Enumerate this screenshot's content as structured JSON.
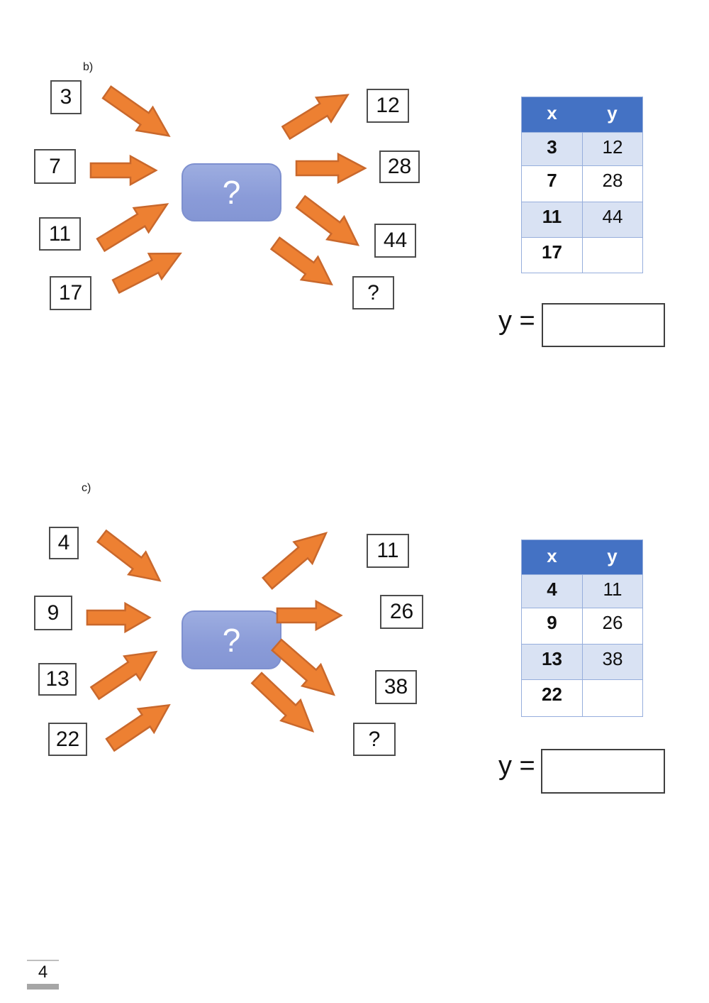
{
  "page": {
    "number": "4"
  },
  "colors": {
    "table_header_blue": "#4472c4",
    "table_band_blue": "#d9e2f3",
    "table_border_blue": "#96aedc",
    "arrow_orange_fill": "#ed8032",
    "arrow_orange_stroke": "#c9682c",
    "machine_blue": "#8a9bd8"
  },
  "sections": [
    {
      "label": "b)",
      "machine_symbol": "?",
      "inputs": [
        "3",
        "7",
        "11",
        "17"
      ],
      "outputs": [
        "12",
        "28",
        "44",
        "?"
      ],
      "table": {
        "headers": [
          "x",
          "y"
        ],
        "rows": [
          [
            "3",
            "12"
          ],
          [
            "7",
            "28"
          ],
          [
            "11",
            "44"
          ],
          [
            "17",
            ""
          ]
        ]
      },
      "equation_label": "y =",
      "equation_value": ""
    },
    {
      "label": "c)",
      "machine_symbol": "?",
      "inputs": [
        "4",
        "9",
        "13",
        "22"
      ],
      "outputs": [
        "11",
        "26",
        "38",
        "?"
      ],
      "table": {
        "headers": [
          "x",
          "y"
        ],
        "rows": [
          [
            "4",
            "11"
          ],
          [
            "9",
            "26"
          ],
          [
            "13",
            "38"
          ],
          [
            "22",
            ""
          ]
        ]
      },
      "equation_label": "y =",
      "equation_value": ""
    }
  ]
}
